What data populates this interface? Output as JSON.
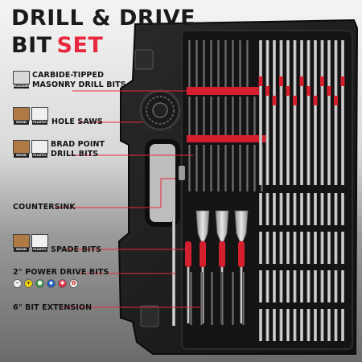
{
  "headline": {
    "line1": "DRILL & DRIVE",
    "line2_black": "BIT",
    "line2_red": "SET"
  },
  "callouts": {
    "masonry": {
      "line1": "CARBIDE-TIPPED",
      "line2": "MASONRY DRILL BITS"
    },
    "hole_saws": {
      "line1": "HOLE SAWS"
    },
    "brad_point": {
      "line1": "BRAD POINT",
      "line2": "DRILL BITS"
    },
    "countersink": {
      "line1": "COUNTERSINK"
    },
    "spade": {
      "line1": "SPADE BITS"
    },
    "power_drive": {
      "line1": "2\" POWER DRIVE BITS"
    },
    "extension": {
      "line1": "6\" BIT EXTENSION"
    }
  },
  "material_icons": {
    "masonry": [
      "MASONRY"
    ],
    "hole_saws": [
      "WOOD",
      "PLASTIC"
    ],
    "brad_point": [
      "WOOD",
      "PLASTIC"
    ],
    "spade": [
      "WOOD",
      "PLASTIC"
    ]
  },
  "drive_icons": [
    "minus",
    "plus",
    "hex",
    "square",
    "star",
    "torx"
  ],
  "colors": {
    "accent_red": "#e8283d",
    "case_black": "#1b1b1b",
    "bit_red": "#d4202e",
    "bit_silver": "#c9c9c9",
    "background_top": "#f2f2f2",
    "background_bottom": "#6f6f6f"
  }
}
